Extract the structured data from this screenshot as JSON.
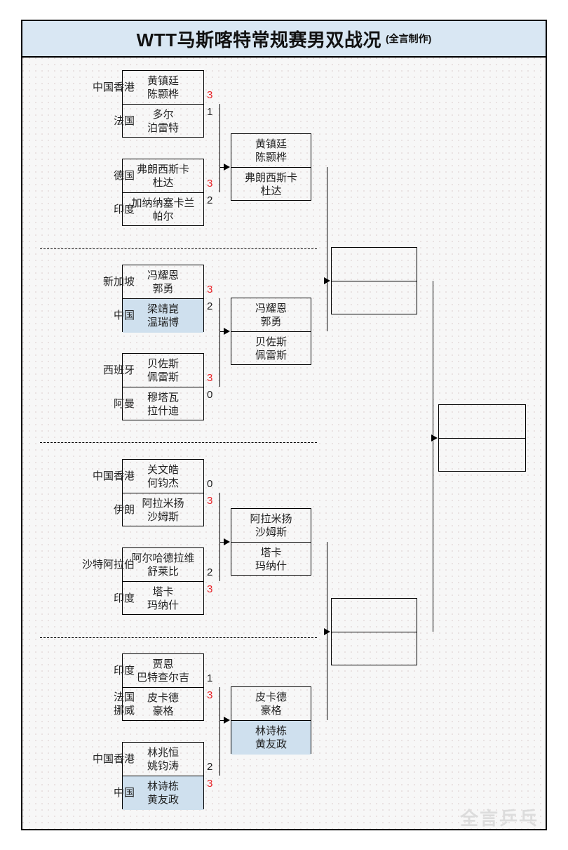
{
  "header": {
    "title": "WTT马斯喀特常规赛男双战况",
    "subtitle": "(全言制作)"
  },
  "watermark": "全言乒乓",
  "colors": {
    "header_bg": "#d9e7f3",
    "highlight": "#cfe0ee",
    "win_score": "#e8262b",
    "lose_score": "#222222",
    "border": "#000000",
    "board_bg": "#f7f7f7"
  },
  "round1": [
    {
      "country": "中国香港",
      "players": [
        "黄镇廷",
        "陈颢桦"
      ],
      "score": "3",
      "winner": true,
      "highlight": false
    },
    {
      "country": "法国",
      "players": [
        "多尔",
        "泊雷特"
      ],
      "score": "1",
      "winner": false,
      "highlight": false
    },
    {
      "country": "德国",
      "players": [
        "弗朗西斯卡",
        "杜达"
      ],
      "score": "3",
      "winner": true,
      "highlight": false
    },
    {
      "country": "印度",
      "players": [
        "加纳纳塞卡兰",
        "帕尔"
      ],
      "score": "2",
      "winner": false,
      "highlight": false
    },
    {
      "country": "新加坡",
      "players": [
        "冯耀恩",
        "郭勇"
      ],
      "score": "3",
      "winner": true,
      "highlight": false
    },
    {
      "country": "中国",
      "players": [
        "梁靖崑",
        "温瑞博"
      ],
      "score": "2",
      "winner": false,
      "highlight": true
    },
    {
      "country": "西班牙",
      "players": [
        "贝佐斯",
        "佩雷斯"
      ],
      "score": "3",
      "winner": true,
      "highlight": false
    },
    {
      "country": "阿曼",
      "players": [
        "穆塔瓦",
        "拉什迪"
      ],
      "score": "0",
      "winner": false,
      "highlight": false
    },
    {
      "country": "中国香港",
      "players": [
        "关文皓",
        "何钧杰"
      ],
      "score": "0",
      "winner": false,
      "highlight": false
    },
    {
      "country": "伊朗",
      "players": [
        "阿拉米扬",
        "沙姆斯"
      ],
      "score": "3",
      "winner": true,
      "highlight": false
    },
    {
      "country": "沙特阿拉伯",
      "players": [
        "阿尔哈德拉维",
        "舒莱比"
      ],
      "score": "2",
      "winner": false,
      "highlight": false
    },
    {
      "country": "印度",
      "players": [
        "塔卡",
        "玛纳什"
      ],
      "score": "3",
      "winner": true,
      "highlight": false
    },
    {
      "country": "印度",
      "players": [
        "贾恩",
        "巴特查尔吉"
      ],
      "score": "1",
      "winner": false,
      "highlight": false
    },
    {
      "country": "法国\n挪威",
      "players": [
        "皮卡德",
        "豪格"
      ],
      "score": "3",
      "winner": true,
      "highlight": false
    },
    {
      "country": "中国香港",
      "players": [
        "林兆恒",
        "姚钧涛"
      ],
      "score": "2",
      "winner": false,
      "highlight": false
    },
    {
      "country": "中国",
      "players": [
        "林诗栋",
        "黄友政"
      ],
      "score": "3",
      "winner": true,
      "highlight": true
    }
  ],
  "round2": [
    {
      "players": [
        "黄镇廷",
        "陈颢桦"
      ],
      "highlight": false
    },
    {
      "players": [
        "弗朗西斯卡",
        "杜达"
      ],
      "highlight": false
    },
    {
      "players": [
        "冯耀恩",
        "郭勇"
      ],
      "highlight": false
    },
    {
      "players": [
        "贝佐斯",
        "佩雷斯"
      ],
      "highlight": false
    },
    {
      "players": [
        "阿拉米扬",
        "沙姆斯"
      ],
      "highlight": false
    },
    {
      "players": [
        "塔卡",
        "玛纳什"
      ],
      "highlight": false
    },
    {
      "players": [
        "皮卡德",
        "豪格"
      ],
      "highlight": false
    },
    {
      "players": [
        "林诗栋",
        "黄友政"
      ],
      "highlight": true
    }
  ],
  "round3": [
    {
      "players": [
        "",
        ""
      ],
      "highlight": false
    },
    {
      "players": [
        "",
        ""
      ],
      "highlight": false
    },
    {
      "players": [
        "",
        ""
      ],
      "highlight": false
    },
    {
      "players": [
        "",
        ""
      ],
      "highlight": false
    }
  ],
  "final": [
    {
      "players": [
        "",
        ""
      ],
      "highlight": false
    },
    {
      "players": [
        "",
        ""
      ],
      "highlight": false
    }
  ]
}
